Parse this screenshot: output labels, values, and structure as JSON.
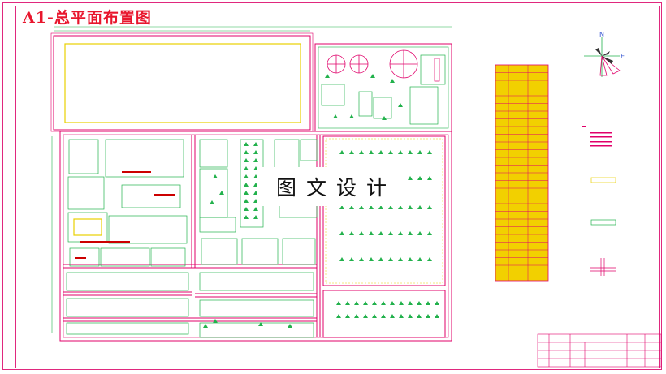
{
  "drawing": {
    "title": "A1-总平面布置图",
    "watermark": "图文设计",
    "compass": {
      "north_label": "N",
      "east_label": "E"
    }
  },
  "colors": {
    "frame": "#e0287e",
    "road": "#e0006a",
    "building": "#22b14c",
    "pool": "#e8d000",
    "title": "#e8162d",
    "accent_red": "#cc0000",
    "table_bg": "#f2d000"
  },
  "legend_table": {
    "rows": 28,
    "columns": 3
  },
  "legend_key": {
    "swatch_count": 3
  }
}
